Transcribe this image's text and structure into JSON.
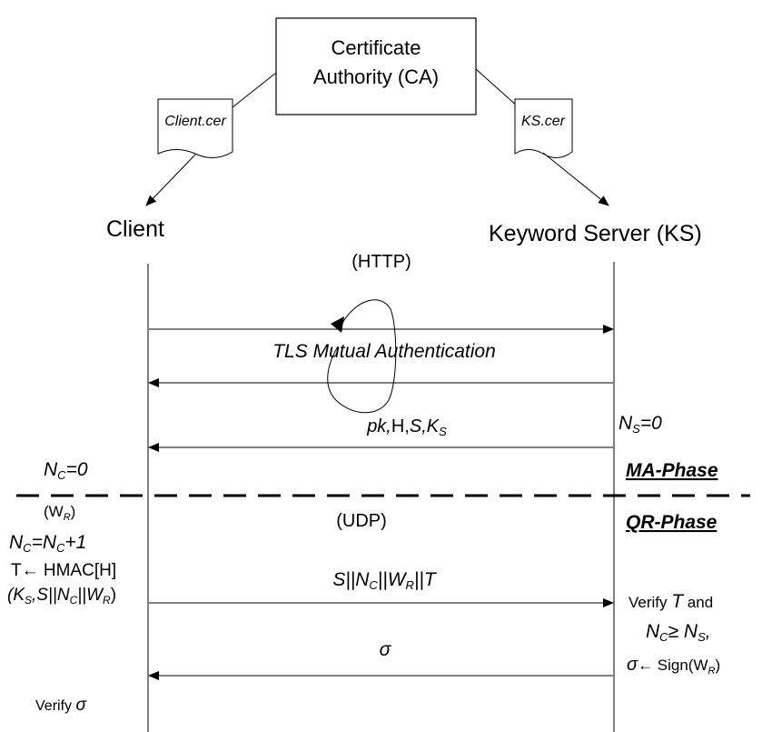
{
  "ca": {
    "line1": "Certificate",
    "line2": "Authority (CA)"
  },
  "certs": {
    "client": "Client.cer",
    "ks": "KS.cer"
  },
  "parties": {
    "client": "Client",
    "server": "Keyword Server (KS)"
  },
  "protocols": {
    "http": "(HTTP)",
    "udp": "(UDP)"
  },
  "tls_label": "TLS Mutual Authentication",
  "messages": {
    "pk_msg": {
      "a": "pk,",
      "b": "H,",
      "c": "S,",
      "d": "K",
      "d_sub": "S"
    },
    "query_msg": {
      "a": "S||N",
      "a_sub": "C",
      "b": "||W",
      "b_sub": "R",
      "c": "||T"
    },
    "sigma_msg": "σ"
  },
  "server_init": {
    "n": "N",
    "sub": "S",
    "rest": "=0"
  },
  "client_init": {
    "n": "N",
    "sub": "C",
    "rest": "=0"
  },
  "phases": {
    "ma": "MA-Phase",
    "qr": "QR-Phase"
  },
  "client_steps": {
    "wr": {
      "open": "(W",
      "sub": "R",
      "close": ")"
    },
    "nc": {
      "n1": "N",
      "s1": "C",
      "mid": "=N",
      "s2": "C",
      "end": "+1"
    },
    "t_line": "T← HMAC[H]",
    "key_line": {
      "open": "(K",
      "s1": "S",
      "mid": ",S||N",
      "s2": "C",
      "mid2": "||W",
      "s3": "R",
      "close": ")"
    },
    "verify": {
      "text": "Verify ",
      "sym": "σ"
    }
  },
  "server_steps": {
    "verify_t": {
      "text": "Verify ",
      "t": "T",
      "and": " and"
    },
    "ncns": {
      "n1": "N",
      "s1": "C",
      "ge": "≥ N",
      "s2": "S",
      "comma": ","
    },
    "sign": {
      "sym": "σ",
      "arrow": "← Sign(W",
      "sub": "R",
      "close": ")"
    }
  }
}
